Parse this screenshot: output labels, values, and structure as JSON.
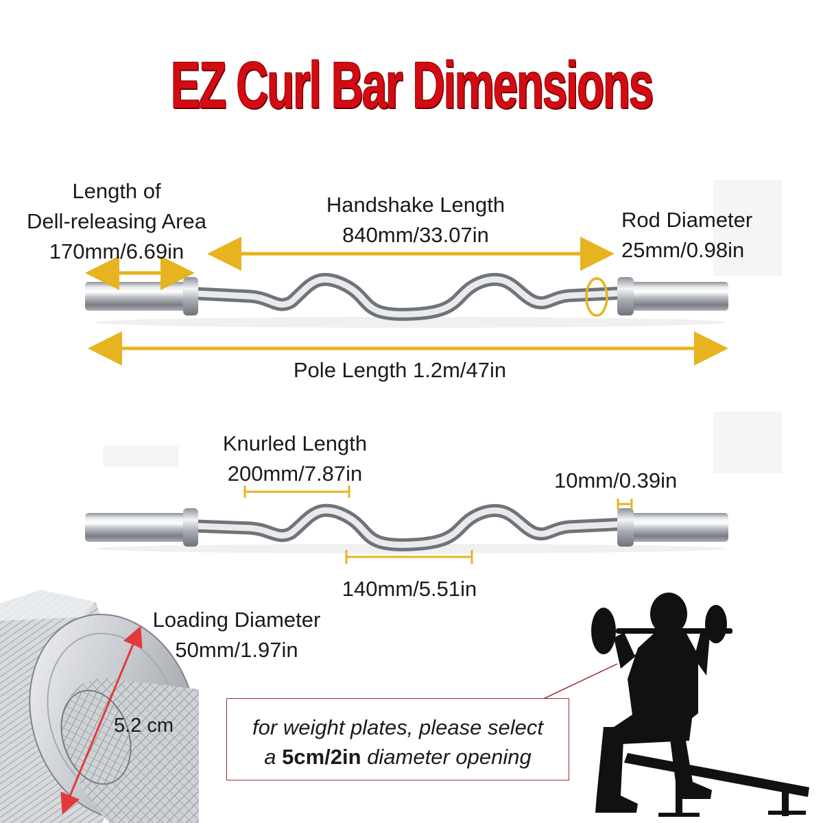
{
  "title": "EZ Curl Bar Dimensions",
  "colors": {
    "title_red": "#d30b12",
    "dimension_yellow": "#e8b320",
    "loading_red": "#e23a3a",
    "silhouette": "#111111",
    "chrome": "#c9ccd1"
  },
  "top_bar": {
    "release_area": {
      "line1": "Length of",
      "line2": "Dell-releasing Area",
      "line3": "170mm/6.69in"
    },
    "handshake": {
      "line1": "Handshake Length",
      "line2": "840mm/33.07in"
    },
    "rod_diameter": {
      "line1": "Rod Diameter",
      "line2": "25mm/0.98in"
    },
    "pole_length": "Pole Length 1.2m/47in"
  },
  "bottom_bar": {
    "knurled": {
      "line1": "Knurled Length",
      "line2": "200mm/7.87in"
    },
    "collar": "10mm/0.39in",
    "middle": "140mm/5.51in"
  },
  "loading": {
    "line1": "Loading Diameter",
    "line2": "50mm/1.97in",
    "measure": "5.2 cm"
  },
  "note": {
    "line1": "for weight plates, please select",
    "prefix": "a",
    "emphasis": "5cm/2in",
    "suffix": "diameter opening"
  },
  "icons": [
    "barbell-icon",
    "person-curl-icon"
  ]
}
